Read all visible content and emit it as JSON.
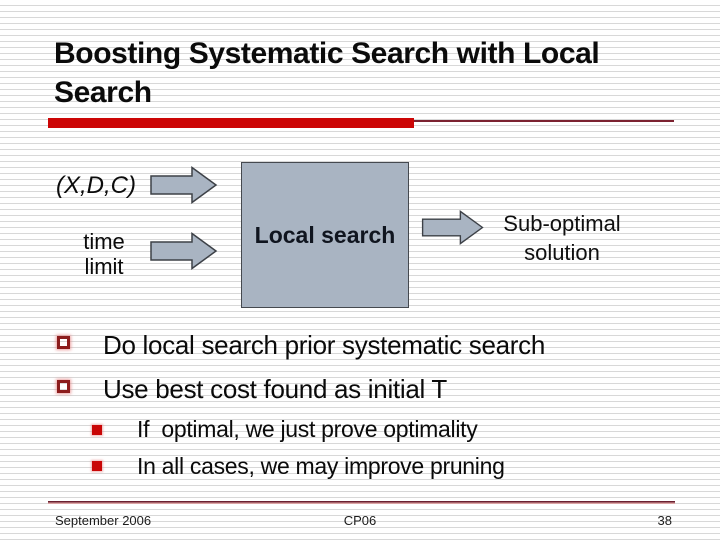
{
  "slide": {
    "title": "Boosting Systematic Search with Local Search",
    "diagram": {
      "input_tuple": "(X,D,C)",
      "input_time_line1": "time",
      "input_time_line2": "limit",
      "process_box": "Local search",
      "output_line1": "Sub-optimal",
      "output_line2": "solution"
    },
    "bullets": [
      {
        "label": "Do local search prior systematic search"
      },
      {
        "label": "Use best cost found as initial T"
      }
    ],
    "sub_bullets": [
      {
        "label": "If  optimal, we just prove optimality"
      },
      {
        "label": "In all cases, we may improve pruning"
      }
    ],
    "footer": {
      "date": "September 2006",
      "conference": "CP06",
      "page_number": "38"
    },
    "colors": {
      "accent_red": "#cc0606",
      "maroon_rule": "#7c2230",
      "bullet_hollow": "#8c1c1c",
      "bullet_filled": "#c90606",
      "shape_fill": "#a9b4c2",
      "shape_border": "#45494f"
    }
  }
}
